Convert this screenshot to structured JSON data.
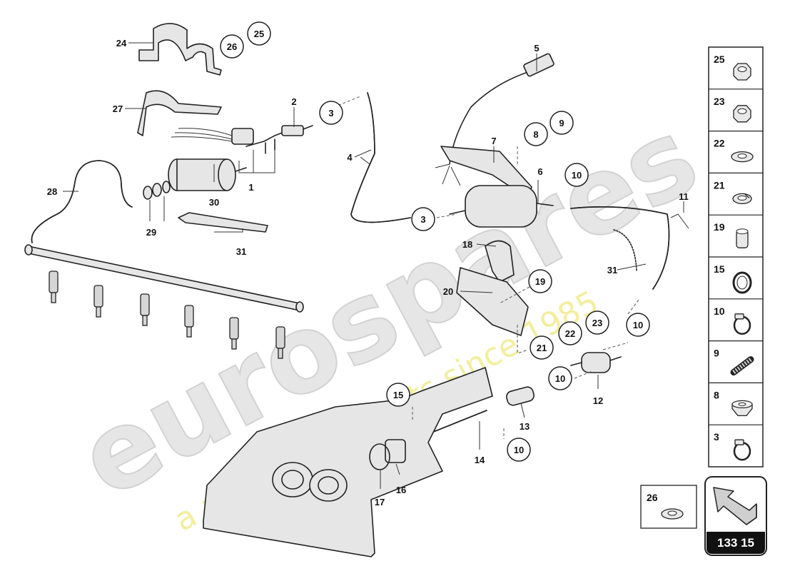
{
  "watermark": {
    "brand": "eurospares",
    "tagline": "a passion for parts since 1985"
  },
  "callouts": [
    {
      "id": "c24",
      "text": "24",
      "circled": false
    },
    {
      "id": "c26a",
      "text": "26",
      "circled": true
    },
    {
      "id": "c25a",
      "text": "25",
      "circled": true
    },
    {
      "id": "c2",
      "text": "2",
      "circled": false
    },
    {
      "id": "c3a",
      "text": "3",
      "circled": true
    },
    {
      "id": "c27",
      "text": "27",
      "circled": false
    },
    {
      "id": "c4",
      "text": "4",
      "circled": false
    },
    {
      "id": "c5",
      "text": "5",
      "circled": false
    },
    {
      "id": "c9",
      "text": "9",
      "circled": true
    },
    {
      "id": "c8",
      "text": "8",
      "circled": true
    },
    {
      "id": "c7",
      "text": "7",
      "circled": false
    },
    {
      "id": "c6",
      "text": "6",
      "circled": false
    },
    {
      "id": "c10a",
      "text": "10",
      "circled": true
    },
    {
      "id": "c28",
      "text": "28",
      "circled": false
    },
    {
      "id": "c30",
      "text": "30",
      "circled": false
    },
    {
      "id": "c1",
      "text": "1",
      "circled": false
    },
    {
      "id": "c29",
      "text": "29",
      "circled": false
    },
    {
      "id": "c31a",
      "text": "31",
      "circled": false
    },
    {
      "id": "c3b",
      "text": "3",
      "circled": true
    },
    {
      "id": "c11",
      "text": "11",
      "circled": false
    },
    {
      "id": "c18",
      "text": "18",
      "circled": false
    },
    {
      "id": "c20",
      "text": "20",
      "circled": false
    },
    {
      "id": "c19",
      "text": "19",
      "circled": true
    },
    {
      "id": "c31b",
      "text": "31",
      "circled": false
    },
    {
      "id": "c10b",
      "text": "10",
      "circled": true
    },
    {
      "id": "c23",
      "text": "23",
      "circled": true
    },
    {
      "id": "c22",
      "text": "22",
      "circled": true
    },
    {
      "id": "c21",
      "text": "21",
      "circled": true
    },
    {
      "id": "c10c",
      "text": "10",
      "circled": true
    },
    {
      "id": "c12",
      "text": "12",
      "circled": false
    },
    {
      "id": "c15",
      "text": "15",
      "circled": true
    },
    {
      "id": "c13",
      "text": "13",
      "circled": false
    },
    {
      "id": "c14",
      "text": "14",
      "circled": false
    },
    {
      "id": "c10d",
      "text": "10",
      "circled": true
    },
    {
      "id": "c17",
      "text": "17",
      "circled": false
    },
    {
      "id": "c16",
      "text": "16",
      "circled": false
    }
  ],
  "legend": [
    {
      "number": "25",
      "icon": "nut-icon"
    },
    {
      "number": "23",
      "icon": "hex-nut-icon"
    },
    {
      "number": "22",
      "icon": "washer-icon"
    },
    {
      "number": "21",
      "icon": "spring-washer-icon"
    },
    {
      "number": "19",
      "icon": "spacer-sleeve-icon"
    },
    {
      "number": "15",
      "icon": "sealing-ring-icon"
    },
    {
      "number": "10",
      "icon": "hose-clamp-icon"
    },
    {
      "number": "9",
      "icon": "stud-bolt-icon"
    },
    {
      "number": "8",
      "icon": "rubber-mount-icon"
    },
    {
      "number": "3",
      "icon": "clip-icon"
    }
  ],
  "extra_part": {
    "number": "26",
    "icon": "flat-washer-icon"
  },
  "page_badge": {
    "text": "133 15",
    "icon": "direction-arrow-icon"
  }
}
